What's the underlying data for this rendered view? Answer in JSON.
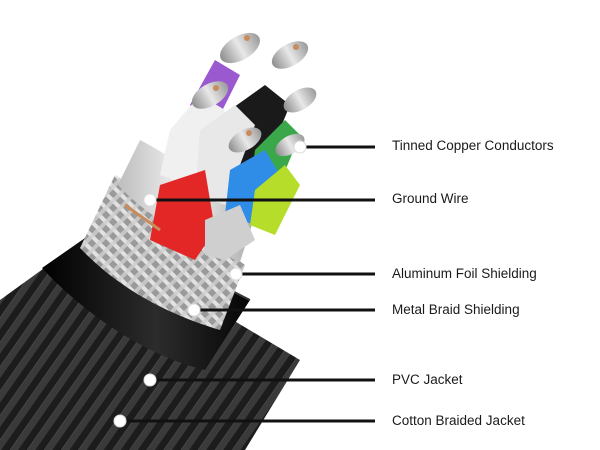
{
  "labels": {
    "tinned_copper_conductors": "Tinned Copper Conductors",
    "ground_wire": "Ground Wire",
    "aluminum_foil_shielding": "Aluminum Foil Shielding",
    "metal_braid_shielding": "Metal Braid Shielding",
    "pvc_jacket": "PVC Jacket",
    "cotton_braided_jacket": "Cotton Braided Jacket"
  },
  "colors": {
    "leader_line": "#111111",
    "marker_dot": "#ffffff",
    "outer_braid": "#2a2a2a",
    "pvc_jacket": "#111111",
    "metal_braid": "#c9c9c9",
    "foil": "#e6e6e6",
    "conductor_copper": "#c98b5b",
    "insulation_purple": "#9b59d0",
    "insulation_white": "#f2f2f2",
    "insulation_black": "#1a1a1a",
    "insulation_red": "#e32626",
    "insulation_blue": "#2f8de8",
    "insulation_green": "#3aa84a",
    "insulation_lime": "#b6dd2a"
  }
}
